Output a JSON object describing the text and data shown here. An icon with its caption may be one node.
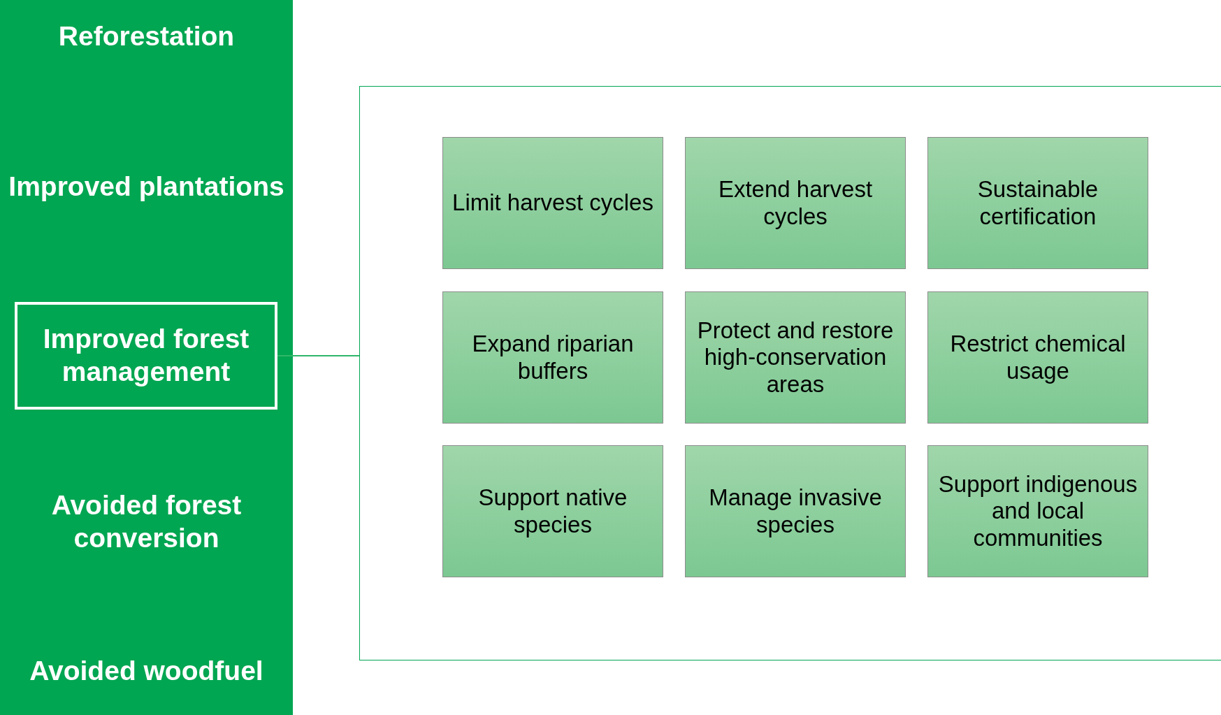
{
  "diagram": {
    "nodes": [
      {
        "text": [
          "Reforestation",
          "Improved plantations",
          "Avoided forest conversion",
          "Avoided woodfuel"
        ]
      },
      {
        "text": [
          "Improved forest management"
        ],
        "in": 0
      },
      {
        "text": [],
        "shape": "box"
      },
      {
        "text": [
          "Limit harvest cycles"
        ],
        "in": 2
      },
      {
        "text": [
          "Extend harvest cycles"
        ],
        "in": 2
      },
      {
        "text": [
          "Sustainable certification"
        ],
        "in": 2
      },
      {
        "text": [
          "Expand riparian buffers"
        ],
        "in": 2
      },
      {
        "text": [
          "Protect and restore high-conservation areas"
        ],
        "in": 2
      },
      {
        "text": [
          "Restrict chemical usage"
        ],
        "in": 2
      },
      {
        "text": [
          "Support native species"
        ],
        "in": 2
      },
      {
        "text": [
          "Manage invasive species"
        ],
        "in": 2
      },
      {
        "text": [
          "Support indigenous and local communities"
        ],
        "in": 2
      }
    ],
    "edges": [
      {
        "from": 1,
        "to": 2,
        "arrow": "none"
      }
    ]
  }
}
